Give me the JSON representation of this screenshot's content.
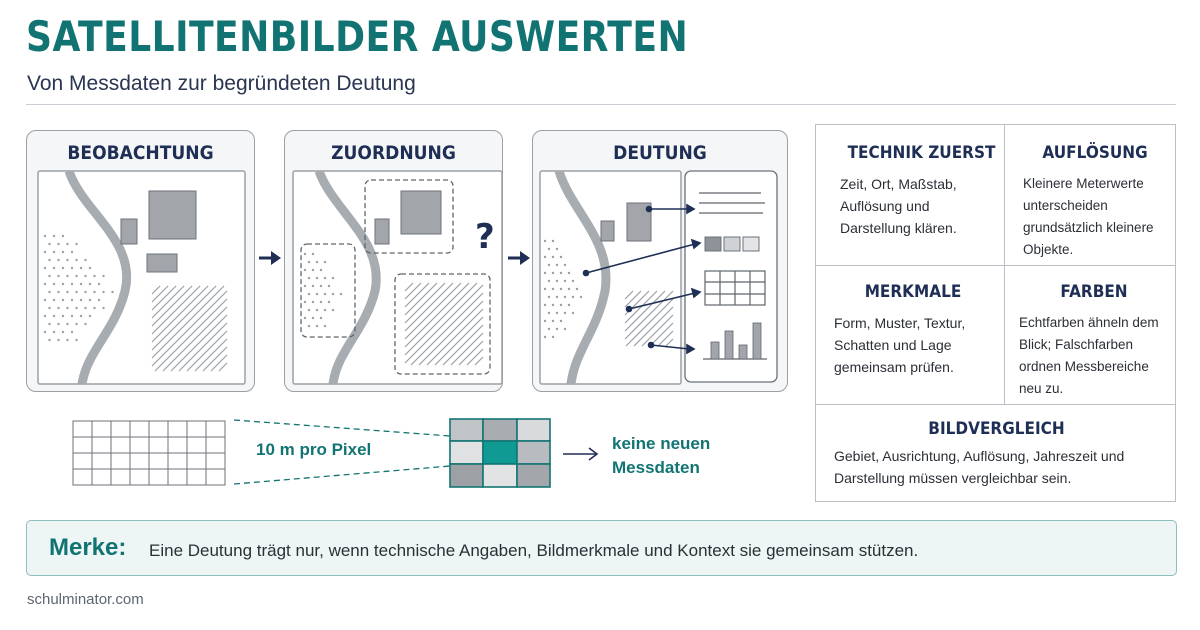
{
  "header": {
    "title": "SATELLITENBILDER AUSWERTEN",
    "subtitle": "Von Messdaten zur begründeten Deutung"
  },
  "steps": [
    {
      "title": "BEOBACHTUNG"
    },
    {
      "title": "ZUORDNUNG",
      "symbol": "?"
    },
    {
      "title": "DEUTUNG"
    }
  ],
  "resolution": {
    "label": "10 m pro Pixel",
    "result": "keine neuen Messdaten"
  },
  "cards": [
    {
      "title": "TECHNIK ZUERST",
      "text": "Zeit, Ort, Maßstab, Auflösung und Darstellung klären."
    },
    {
      "title": "AUFLÖSUNG",
      "text": "Kleinere Meterwerte unterscheiden grundsätzlich kleinere Objekte."
    },
    {
      "title": "MERKMALE",
      "text": "Form, Muster, Textur, Schatten und Lage gemeinsam prüfen."
    },
    {
      "title": "FARBEN",
      "text": "Echtfarben ähneln dem Blick; Falschfarben ordnen Messbereiche neu zu."
    },
    {
      "title": "BILDVERGLEICH",
      "text": "Gebiet, Ausrichtung, Auflösung, Jahreszeit und Darstellung müssen vergleichbar sein."
    }
  ],
  "merke": {
    "label": "Merke:",
    "text": "Eine Deutung trägt nur, wenn technische Angaben, Bildmerkmale und Kontext sie gemeinsam stützen."
  },
  "footer": {
    "source": "schulminator.com"
  },
  "colors": {
    "accent": "#127373",
    "navy": "#1e2e55",
    "teal_pixel": "#0f9a94"
  }
}
